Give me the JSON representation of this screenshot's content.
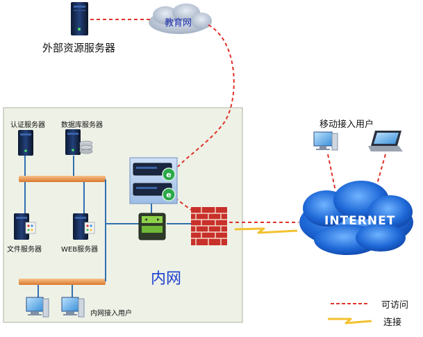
{
  "labels": {
    "external_servers": "外部资源服务器",
    "edu_net": "教育网",
    "auth_server": "认证服务器",
    "db_server": "数据库服务器",
    "file_server": "文件服务器",
    "web_server": "WEB服务器",
    "intranet": "内网",
    "intranet_users": "内网接入用户",
    "mobile_users": "移动接入用户",
    "internet": "INTERNET"
  },
  "legend": {
    "access": "可访问",
    "connect": "连接"
  },
  "colors": {
    "access_line": "#e0312a",
    "connect_line": "#f2c230",
    "bus": "#f0a050",
    "lan_line": "#2f6fb0",
    "intranet_bg": "#eef1e6",
    "cloud": "#1f6fd8"
  },
  "icons": [
    "server-tower-icon",
    "cloud-icon",
    "firewall-icon",
    "switch-icon",
    "desktop-pc-icon",
    "laptop-icon"
  ]
}
